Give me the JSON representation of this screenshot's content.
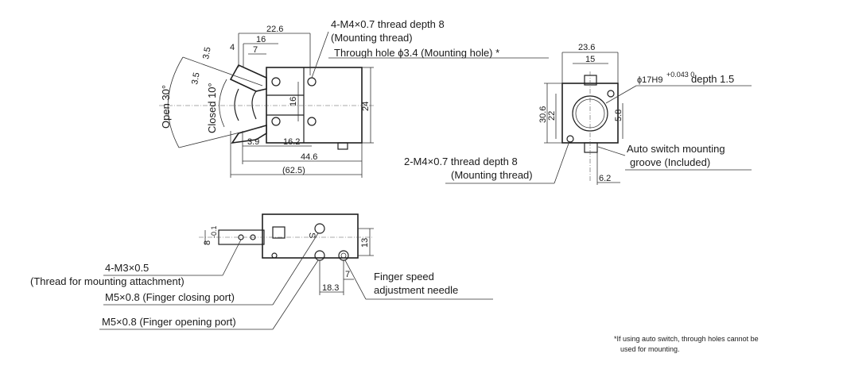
{
  "top_view": {
    "labels": {
      "mount_thread_a": "4-M4×0.7 thread depth 8",
      "mount_thread_b": "(Mounting thread)",
      "through_hole": "Through hole ϕ3.4 (Mounting hole) *"
    },
    "dims": {
      "d_22_6": "22.6",
      "d_16_top": "16",
      "d_7_top": "7",
      "d_4": "4",
      "d_3_5_a": "3.5",
      "d_3_5_b": "3.5",
      "d_16_mid": "16",
      "d_24": "24",
      "d_3_9": "3.9",
      "d_16_2": "16.2",
      "d_44_6": "44.6",
      "d_62_5": "(62.5)"
    },
    "angles": {
      "open": "Open 30°",
      "closed": "Closed 10°"
    }
  },
  "side_view": {
    "labels": {
      "bore": "ϕ17H9",
      "bore_tol": "+0.043 0",
      "bore_depth": "depth 1.5",
      "auto_a": "Auto switch mounting",
      "auto_b": "groove (Included)",
      "thread2_a": "2-M4×0.7 thread depth 8",
      "thread2_b": "(Mounting thread)"
    },
    "dims": {
      "d_23_6": "23.6",
      "d_15": "15",
      "d_30_6": "30.6",
      "d_22": "22",
      "d_5_8": "5.8",
      "d_6_2": "6.2"
    }
  },
  "bottom_view": {
    "labels": {
      "m3_a": "4-M3×0.5",
      "m3_b": "(Thread for mounting attachment)",
      "close_port": "M5×0.8 (Finger closing port)",
      "open_port": "M5×0.8 (Finger opening port)",
      "needle_a": "Finger speed",
      "needle_b": "adjustment needle",
      "port_s": "S"
    },
    "dims": {
      "d_8": "8",
      "d_8_tol": "-0.1",
      "d_13": "13",
      "d_7": "7",
      "d_18_3": "18.3"
    }
  },
  "footnote": {
    "line1": "*If using auto switch, through holes cannot be",
    "line2": "used for mounting."
  }
}
